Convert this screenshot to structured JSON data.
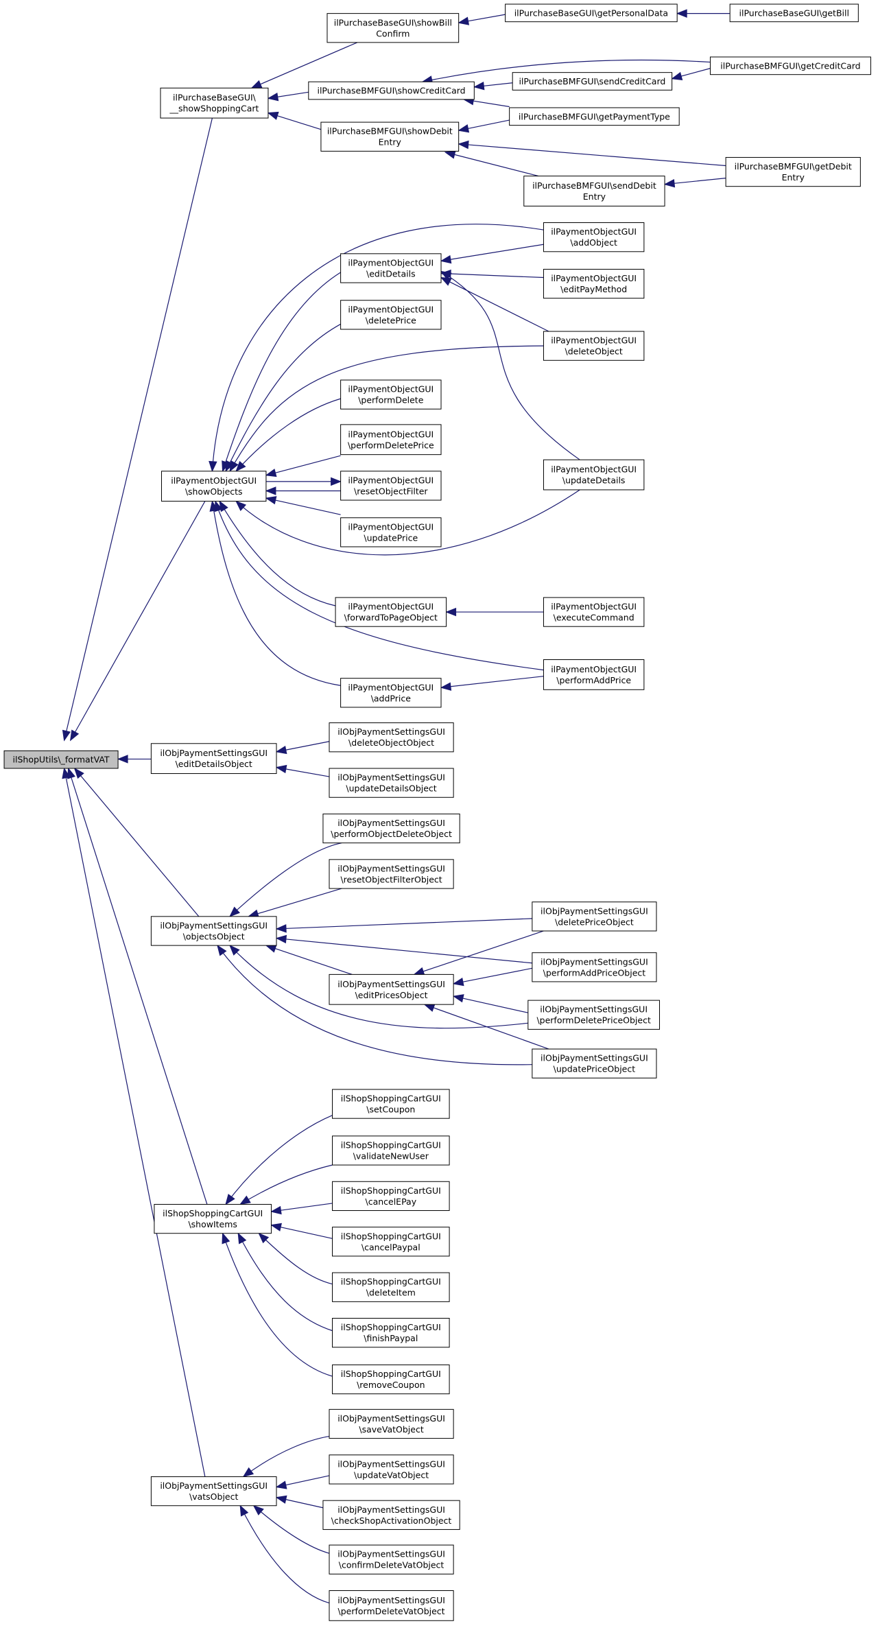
{
  "diagram": {
    "colors": {
      "edge": "#191970",
      "root_fill": "#bfbfbf",
      "node_fill": "#ffffff",
      "border": "#000000"
    },
    "nodes": [
      {
        "id": "n0",
        "lines": [
          "ilShopUtils\\_formatVAT"
        ],
        "root": true
      },
      {
        "id": "n1",
        "lines": [
          "ilPurchaseBaseGUI\\",
          "__showShoppingCart"
        ]
      },
      {
        "id": "n2",
        "lines": [
          "ilPurchaseBaseGUI\\showBill",
          "Confirm"
        ]
      },
      {
        "id": "n3",
        "lines": [
          "ilPurchaseBaseGUI\\getPersonalData"
        ]
      },
      {
        "id": "n4",
        "lines": [
          "ilPurchaseBaseGUI\\getBill"
        ]
      },
      {
        "id": "n5",
        "lines": [
          "ilPurchaseBMFGUI\\showCreditCard"
        ]
      },
      {
        "id": "n6",
        "lines": [
          "ilPurchaseBMFGUI\\getCreditCard"
        ]
      },
      {
        "id": "n7",
        "lines": [
          "ilPurchaseBMFGUI\\sendCreditCard"
        ]
      },
      {
        "id": "n8",
        "lines": [
          "ilPurchaseBMFGUI\\getPaymentType"
        ]
      },
      {
        "id": "n9",
        "lines": [
          "ilPurchaseBMFGUI\\showDebit",
          "Entry"
        ]
      },
      {
        "id": "n10",
        "lines": [
          "ilPurchaseBMFGUI\\getDebit",
          "Entry"
        ]
      },
      {
        "id": "n11",
        "lines": [
          "ilPurchaseBMFGUI\\sendDebit",
          "Entry"
        ]
      },
      {
        "id": "n12",
        "lines": [
          "ilPaymentObjectGUI",
          "\\showObjects"
        ]
      },
      {
        "id": "n13",
        "lines": [
          "ilPaymentObjectGUI",
          "\\addObject"
        ]
      },
      {
        "id": "n14",
        "lines": [
          "ilPaymentObjectGUI",
          "\\editDetails"
        ]
      },
      {
        "id": "n15",
        "lines": [
          "ilPaymentObjectGUI",
          "\\editPayMethod"
        ]
      },
      {
        "id": "n16",
        "lines": [
          "ilPaymentObjectGUI",
          "\\deleteObject"
        ]
      },
      {
        "id": "n17",
        "lines": [
          "ilPaymentObjectGUI",
          "\\updateDetails"
        ]
      },
      {
        "id": "n18",
        "lines": [
          "ilPaymentObjectGUI",
          "\\deletePrice"
        ]
      },
      {
        "id": "n19",
        "lines": [
          "ilPaymentObjectGUI",
          "\\performDelete"
        ]
      },
      {
        "id": "n20",
        "lines": [
          "ilPaymentObjectGUI",
          "\\performDeletePrice"
        ]
      },
      {
        "id": "n21",
        "lines": [
          "ilPaymentObjectGUI",
          "\\resetObjectFilter"
        ]
      },
      {
        "id": "n22",
        "lines": [
          "ilPaymentObjectGUI",
          "\\updatePrice"
        ]
      },
      {
        "id": "n23",
        "lines": [
          "ilPaymentObjectGUI",
          "\\forwardToPageObject"
        ]
      },
      {
        "id": "n24",
        "lines": [
          "ilPaymentObjectGUI",
          "\\executeCommand"
        ]
      },
      {
        "id": "n25",
        "lines": [
          "ilPaymentObjectGUI",
          "\\addPrice"
        ]
      },
      {
        "id": "n26",
        "lines": [
          "ilPaymentObjectGUI",
          "\\performAddPrice"
        ]
      },
      {
        "id": "n27",
        "lines": [
          "ilObjPaymentSettingsGUI",
          "\\editDetailsObject"
        ]
      },
      {
        "id": "n28",
        "lines": [
          "ilObjPaymentSettingsGUI",
          "\\deleteObjectObject"
        ]
      },
      {
        "id": "n29",
        "lines": [
          "ilObjPaymentSettingsGUI",
          "\\updateDetailsObject"
        ]
      },
      {
        "id": "n30",
        "lines": [
          "ilObjPaymentSettingsGUI",
          "\\objectsObject"
        ]
      },
      {
        "id": "n31",
        "lines": [
          "ilObjPaymentSettingsGUI",
          "\\performObjectDeleteObject"
        ]
      },
      {
        "id": "n32",
        "lines": [
          "ilObjPaymentSettingsGUI",
          "\\resetObjectFilterObject"
        ]
      },
      {
        "id": "n33",
        "lines": [
          "ilObjPaymentSettingsGUI",
          "\\deletePriceObject"
        ]
      },
      {
        "id": "n34",
        "lines": [
          "ilObjPaymentSettingsGUI",
          "\\editPricesObject"
        ]
      },
      {
        "id": "n35",
        "lines": [
          "ilObjPaymentSettingsGUI",
          "\\performAddPriceObject"
        ]
      },
      {
        "id": "n36",
        "lines": [
          "ilObjPaymentSettingsGUI",
          "\\performDeletePriceObject"
        ]
      },
      {
        "id": "n37",
        "lines": [
          "ilObjPaymentSettingsGUI",
          "\\updatePriceObject"
        ]
      },
      {
        "id": "n38",
        "lines": [
          "ilShopShoppingCartGUI",
          "\\showItems"
        ]
      },
      {
        "id": "n39",
        "lines": [
          "ilShopShoppingCartGUI",
          "\\setCoupon"
        ]
      },
      {
        "id": "n40",
        "lines": [
          "ilShopShoppingCartGUI",
          "\\validateNewUser"
        ]
      },
      {
        "id": "n41",
        "lines": [
          "ilShopShoppingCartGUI",
          "\\cancelEPay"
        ]
      },
      {
        "id": "n42",
        "lines": [
          "ilShopShoppingCartGUI",
          "\\cancelPaypal"
        ]
      },
      {
        "id": "n43",
        "lines": [
          "ilShopShoppingCartGUI",
          "\\deleteItem"
        ]
      },
      {
        "id": "n44",
        "lines": [
          "ilShopShoppingCartGUI",
          "\\finishPaypal"
        ]
      },
      {
        "id": "n45",
        "lines": [
          "ilShopShoppingCartGUI",
          "\\removeCoupon"
        ]
      },
      {
        "id": "n46",
        "lines": [
          "ilObjPaymentSettingsGUI",
          "\\vatsObject"
        ]
      },
      {
        "id": "n47",
        "lines": [
          "ilObjPaymentSettingsGUI",
          "\\saveVatObject"
        ]
      },
      {
        "id": "n48",
        "lines": [
          "ilObjPaymentSettingsGUI",
          "\\updateVatObject"
        ]
      },
      {
        "id": "n49",
        "lines": [
          "ilObjPaymentSettingsGUI",
          "\\checkShopActivationObject"
        ]
      },
      {
        "id": "n50",
        "lines": [
          "ilObjPaymentSettingsGUI",
          "\\confirmDeleteVatObject"
        ]
      },
      {
        "id": "n51",
        "lines": [
          "ilObjPaymentSettingsGUI",
          "\\performDeleteVatObject"
        ]
      }
    ],
    "edges": [
      [
        "n0",
        "n1"
      ],
      [
        "n0",
        "n12"
      ],
      [
        "n0",
        "n27"
      ],
      [
        "n0",
        "n30"
      ],
      [
        "n0",
        "n38"
      ],
      [
        "n0",
        "n46"
      ],
      [
        "n1",
        "n2"
      ],
      [
        "n1",
        "n5"
      ],
      [
        "n1",
        "n9"
      ],
      [
        "n2",
        "n3"
      ],
      [
        "n3",
        "n4"
      ],
      [
        "n5",
        "n6"
      ],
      [
        "n5",
        "n7"
      ],
      [
        "n5",
        "n8"
      ],
      [
        "n7",
        "n6"
      ],
      [
        "n9",
        "n10"
      ],
      [
        "n9",
        "n11"
      ],
      [
        "n9",
        "n8"
      ],
      [
        "n11",
        "n10"
      ],
      [
        "n12",
        "n13"
      ],
      [
        "n12",
        "n14"
      ],
      [
        "n12",
        "n18"
      ],
      [
        "n12",
        "n16"
      ],
      [
        "n12",
        "n19"
      ],
      [
        "n12",
        "n20"
      ],
      [
        "n12",
        "n21"
      ],
      [
        "n12",
        "n22"
      ],
      [
        "n12",
        "n17"
      ],
      [
        "n12",
        "n23"
      ],
      [
        "n12",
        "n26"
      ],
      [
        "n12",
        "n25"
      ],
      [
        "n14",
        "n13"
      ],
      [
        "n14",
        "n15"
      ],
      [
        "n14",
        "n16"
      ],
      [
        "n14",
        "n17"
      ],
      [
        "n21",
        "n12"
      ],
      [
        "n23",
        "n24"
      ],
      [
        "n25",
        "n26"
      ],
      [
        "n27",
        "n28"
      ],
      [
        "n27",
        "n29"
      ],
      [
        "n30",
        "n31"
      ],
      [
        "n30",
        "n32"
      ],
      [
        "n30",
        "n33"
      ],
      [
        "n30",
        "n35"
      ],
      [
        "n30",
        "n34"
      ],
      [
        "n30",
        "n36"
      ],
      [
        "n30",
        "n37"
      ],
      [
        "n34",
        "n33"
      ],
      [
        "n34",
        "n35"
      ],
      [
        "n34",
        "n36"
      ],
      [
        "n34",
        "n37"
      ],
      [
        "n38",
        "n39"
      ],
      [
        "n38",
        "n40"
      ],
      [
        "n38",
        "n41"
      ],
      [
        "n38",
        "n42"
      ],
      [
        "n38",
        "n43"
      ],
      [
        "n38",
        "n44"
      ],
      [
        "n38",
        "n45"
      ],
      [
        "n46",
        "n47"
      ],
      [
        "n46",
        "n48"
      ],
      [
        "n46",
        "n49"
      ],
      [
        "n46",
        "n50"
      ],
      [
        "n46",
        "n51"
      ]
    ]
  }
}
